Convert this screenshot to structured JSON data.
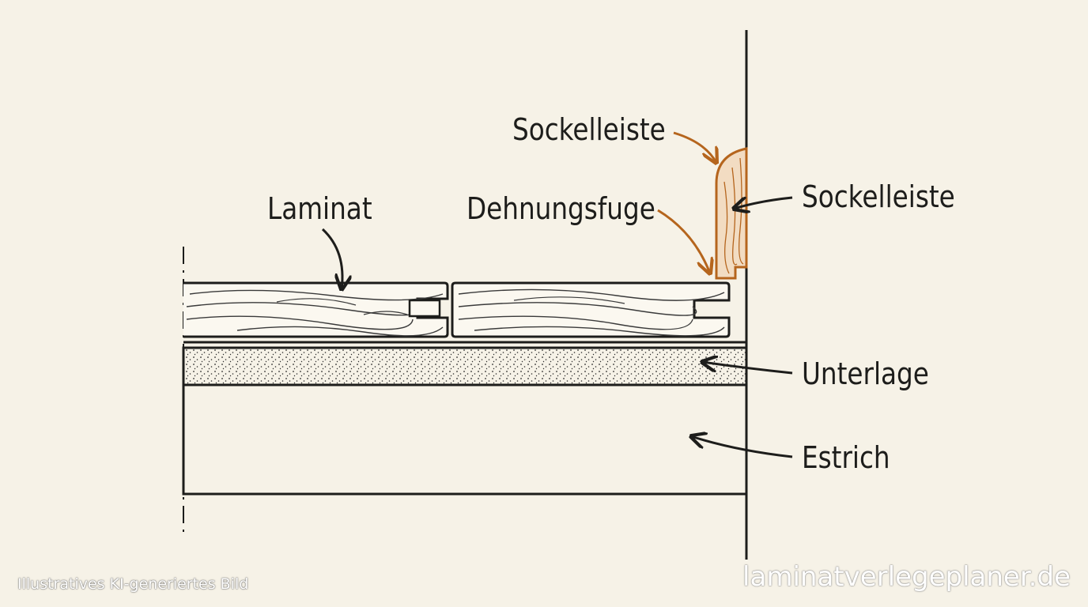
{
  "labels": {
    "laminat": "Laminat",
    "dehnungsfuge": "Dehnungsfuge",
    "sockelleiste_top": "Sockelleiste",
    "sockelleiste_right": "Sockelleiste",
    "unterlage": "Unterlage",
    "estrich": "Estrich"
  },
  "footer": {
    "disclaimer": "Illustratives KI-generiertes Bild",
    "website": "laminatverlegeplaner.de"
  },
  "colors": {
    "background": "#f6f2e7",
    "ink": "#1d1d1b",
    "accent": "#b5651d"
  }
}
